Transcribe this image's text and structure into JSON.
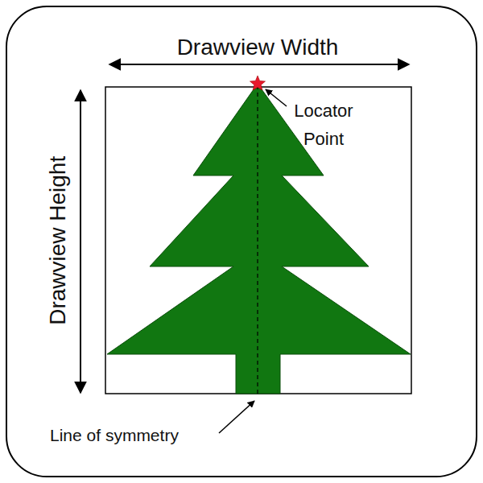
{
  "diagram": {
    "labels": [
      "Drawview Width",
      "Drawview Height",
      "Locator Point",
      "Line of symmetry"
    ]
  }
}
